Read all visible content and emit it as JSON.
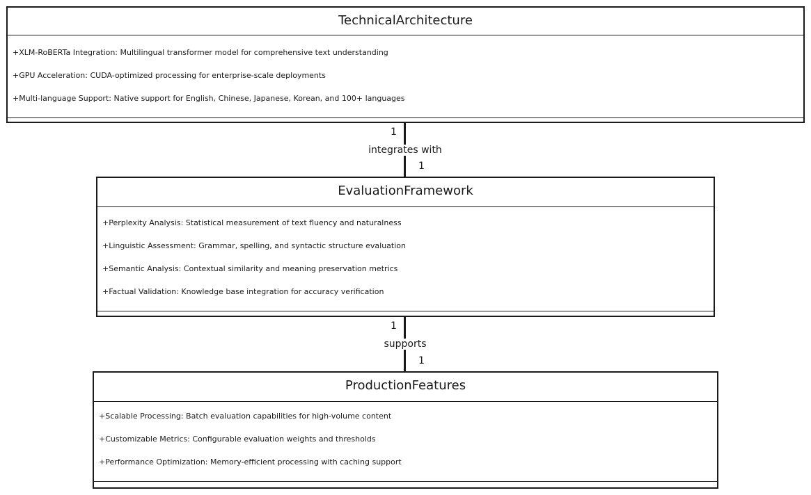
{
  "classes": [
    {
      "name": "TechnicalArchitecture",
      "attributes": [
        "+XLM-RoBERTa Integration: Multilingual transformer model for comprehensive text understanding",
        "+GPU Acceleration: CUDA-optimized processing for enterprise-scale deployments",
        "+Multi-language Support: Native support for English, Chinese, Japanese, Korean, and 100+ languages"
      ]
    },
    {
      "name": "EvaluationFramework",
      "attributes": [
        "+Perplexity Analysis: Statistical measurement of text fluency and naturalness",
        "+Linguistic Assessment: Grammar, spelling, and syntactic structure evaluation",
        "+Semantic Analysis: Contextual similarity and meaning preservation metrics",
        "+Factual Validation: Knowledge base integration for accuracy verification"
      ]
    },
    {
      "name": "ProductionFeatures",
      "attributes": [
        "+Scalable Processing: Batch evaluation capabilities for high-volume content",
        "+Customizable Metrics: Configurable evaluation weights and thresholds",
        "+Performance Optimization: Memory-efficient processing with caching support"
      ]
    }
  ],
  "relationships": [
    {
      "label": "integrates with",
      "source_multiplicity": "1",
      "target_multiplicity": "1"
    },
    {
      "label": "supports",
      "source_multiplicity": "1",
      "target_multiplicity": "1"
    }
  ],
  "colors": {
    "line": "#1a1a1a",
    "background": "#ffffff"
  }
}
